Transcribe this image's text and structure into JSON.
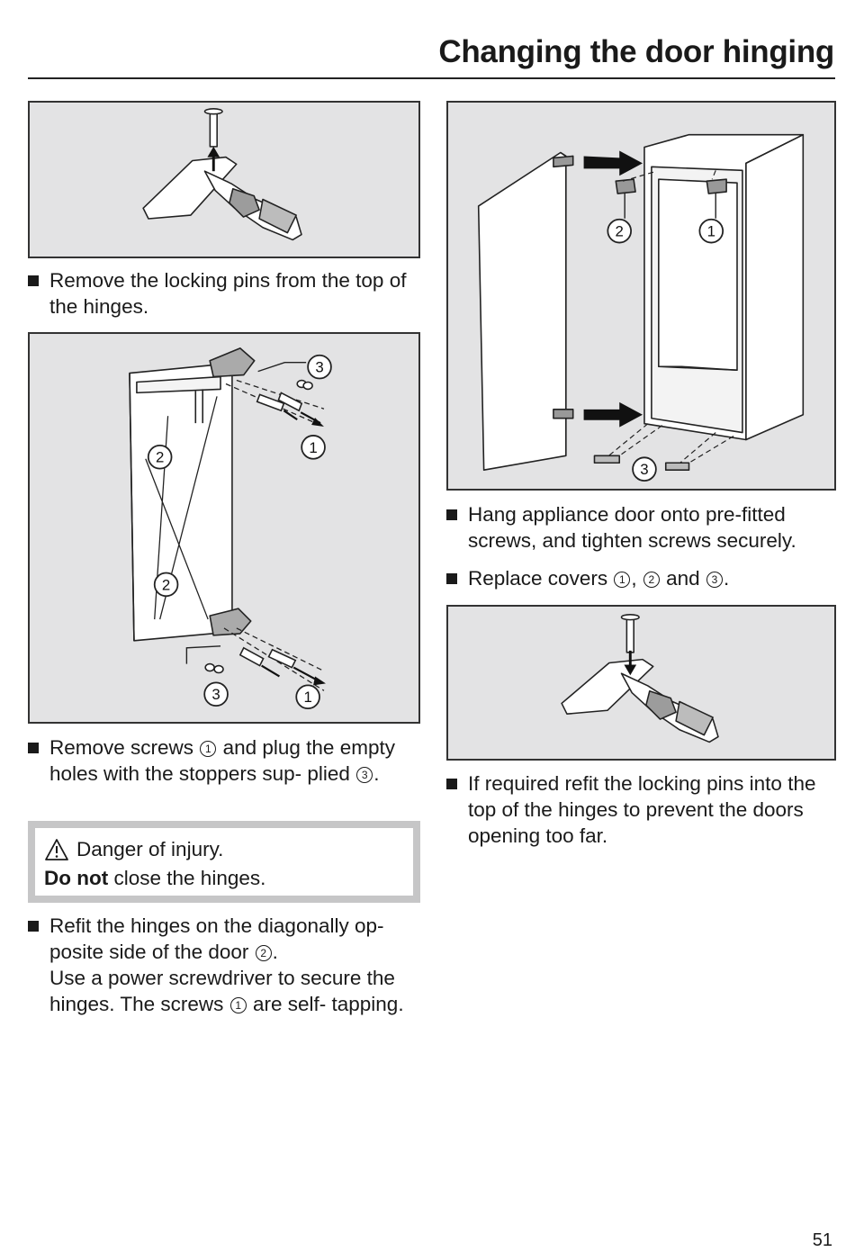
{
  "header": {
    "title": "Changing the door hinging"
  },
  "left_column": {
    "step1": {
      "text": "Remove the locking pins from the top of the hinges."
    },
    "step2": {
      "part1": "Remove screws",
      "ref1": "1",
      "part2": "and plug the empty holes with the stoppers sup- plied",
      "ref3": "3",
      "part3": "."
    },
    "warning": {
      "line1": "Danger of injury.",
      "bold": "Do not",
      "rest": "close the hinges.",
      "icon": "warning-triangle-icon"
    },
    "step3": {
      "part1": "Refit the hinges on the diagonally op- posite side of the door",
      "ref2": "2",
      "part2": ".",
      "part3": "Use a power screwdriver to secure the hinges. The screws",
      "ref1": "1",
      "part4": "are self- tapping."
    }
  },
  "right_column": {
    "step4": {
      "text": "Hang appliance door onto pre-fitted screws, and tighten screws securely."
    },
    "step5": {
      "part1": "Replace covers",
      "r1": "1",
      "sep1": ",",
      "r2": "2",
      "and": "and",
      "r3": "3",
      "end": "."
    },
    "step6": {
      "text": "If required refit the locking pins into the top of the hinges to prevent the doors opening too far."
    }
  },
  "figures": {
    "fig2_labels": {
      "a": "3",
      "b": "1",
      "c": "2",
      "d": "2",
      "e": "3",
      "f": "1"
    },
    "fig3_labels": {
      "a": "2",
      "b": "1",
      "c": "3"
    }
  },
  "footer": {
    "page_number": "51"
  },
  "colors": {
    "figure_bg": "#e3e3e4",
    "warning_border": "#c6c6c7",
    "text": "#1a1a1a"
  }
}
